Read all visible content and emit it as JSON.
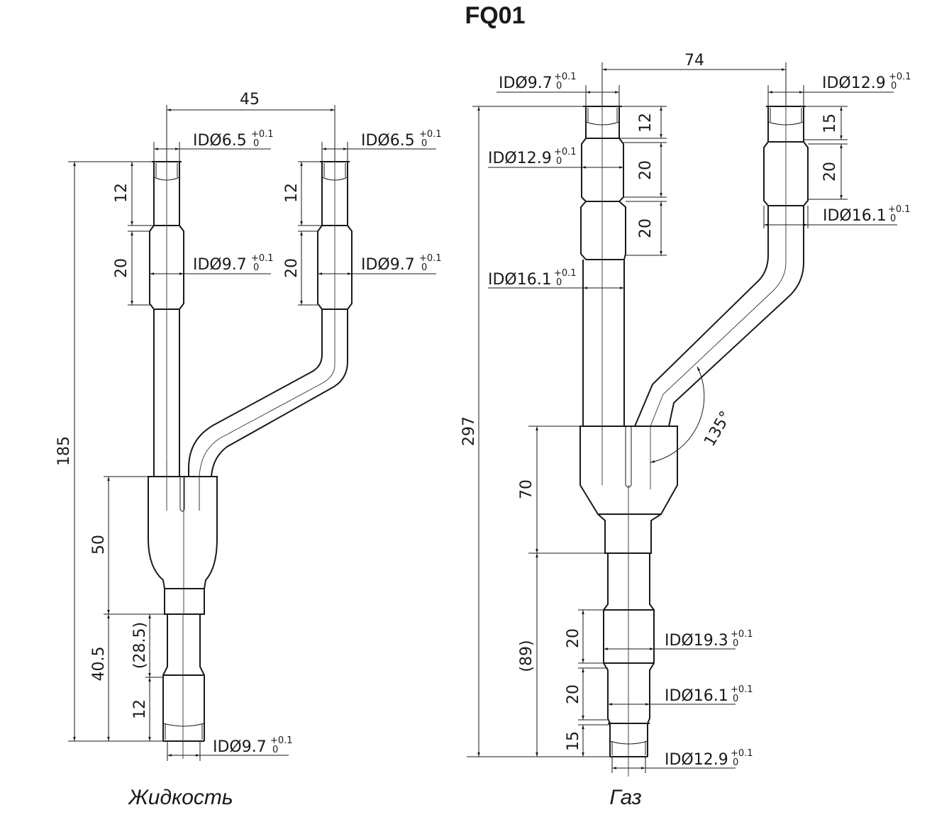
{
  "title": "FQ01",
  "liquid": {
    "caption": "Жидкость",
    "spacing": "45",
    "total_height": "185",
    "inlet_left": {
      "id_label": "IDØ6.5",
      "tol_plus": "+0.1",
      "tol_minus": "0"
    },
    "inlet_right": {
      "id_label": "IDØ6.5",
      "tol_plus": "+0.1",
      "tol_minus": "0"
    },
    "sleeve_left": {
      "id_label": "IDØ9.7",
      "tol_plus": "+0.1",
      "tol_minus": "0"
    },
    "sleeve_right": {
      "id_label": "IDØ9.7",
      "tol_plus": "+0.1",
      "tol_minus": "0"
    },
    "outlet": {
      "id_label": "IDØ9.7",
      "tol_plus": "+0.1",
      "tol_minus": "0"
    },
    "dims": {
      "left_top": "12",
      "left_sleeve": "20",
      "right_top": "12",
      "right_sleeve": "20",
      "body": "50",
      "lower": "40.5",
      "lower_ref": "(28.5)",
      "outlet_len": "12"
    }
  },
  "gas": {
    "caption": "Газ",
    "spacing": "74",
    "total_height": "297",
    "angle": "135°",
    "top_left": {
      "id_label": "IDØ9.7",
      "tol_plus": "+0.1",
      "tol_minus": "0"
    },
    "top_right": {
      "id_label": "IDØ12.9",
      "tol_plus": "+0.1",
      "tol_minus": "0"
    },
    "left_sleeve1": {
      "id_label": "IDØ12.9",
      "tol_plus": "+0.1",
      "tol_minus": "0"
    },
    "left_sleeve2": {
      "id_label": "IDØ16.1",
      "tol_plus": "+0.1",
      "tol_minus": "0"
    },
    "right_sleeve": {
      "id_label": "IDØ16.1",
      "tol_plus": "+0.1",
      "tol_minus": "0"
    },
    "out_sleeve1": {
      "id_label": "IDØ19.3",
      "tol_plus": "+0.1",
      "tol_minus": "0"
    },
    "out_sleeve2": {
      "id_label": "IDØ16.1",
      "tol_plus": "+0.1",
      "tol_minus": "0"
    },
    "out_end": {
      "id_label": "IDØ12.9",
      "tol_plus": "+0.1",
      "tol_minus": "0"
    },
    "dims": {
      "left_top": "12",
      "left_s1": "20",
      "left_s2": "20",
      "right_top": "15",
      "right_s": "20",
      "body": "70",
      "lower_ref": "(89)",
      "out_s1": "20",
      "out_s2": "20",
      "out_end": "15"
    }
  }
}
